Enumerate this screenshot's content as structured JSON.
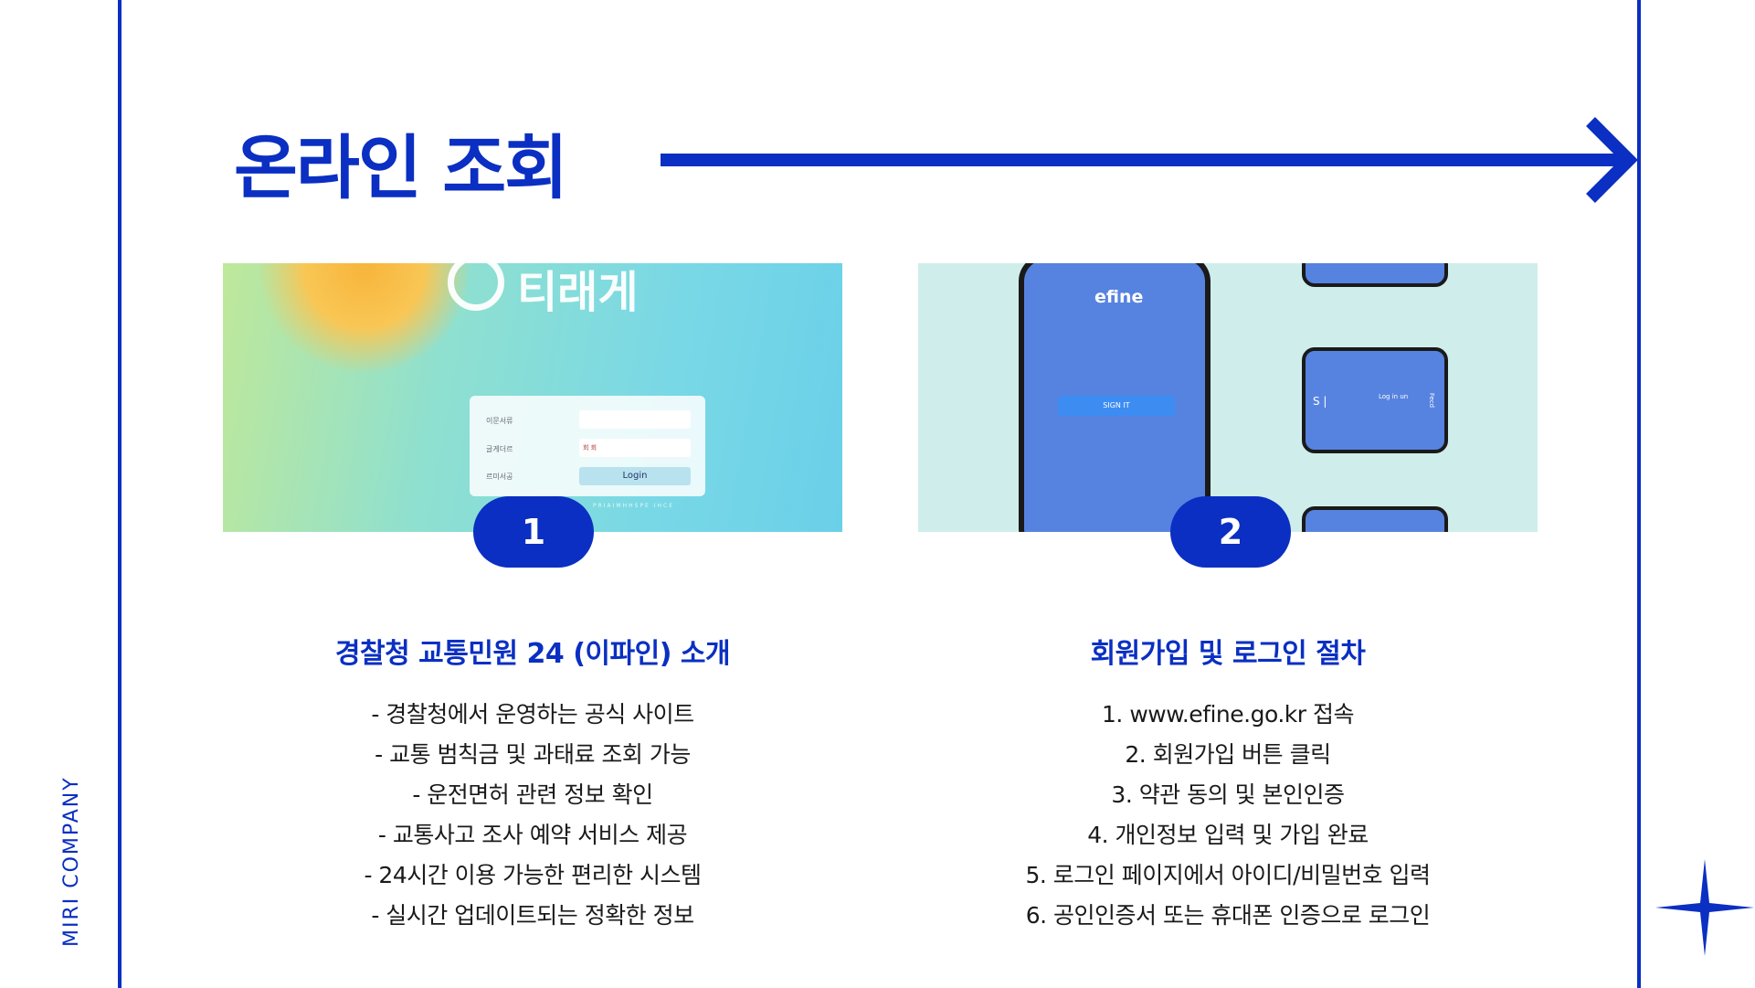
{
  "brand": "MIRI COMPANY",
  "title": "온라인 조회",
  "colors": {
    "accent": "#0a2fc2"
  },
  "card1": {
    "badge": "1",
    "logo_text": "티래게",
    "form": {
      "row1_label": "이문서류",
      "row2_label": "글게더르",
      "row2_value": "회 회",
      "row3_label": "르미서공",
      "button_label": "Login"
    },
    "footer_text": "PRIAIMHHSPE IHCE",
    "heading": "경찰청 교통민원 24 (이파인) 소개",
    "items": [
      "- 경찰청에서 운영하는 공식 사이트",
      "- 교통 범칙금 및 과태료 조회 가능",
      "- 운전면허 관련 정보 확인",
      "- 교통사고 조사 예약 서비스 제공",
      "- 24시간 이용 가능한 편리한 시스템",
      "- 실시간 업데이트되는 정확한 정보"
    ]
  },
  "card2": {
    "badge": "2",
    "app_name": "efine",
    "signin_label": "SIGN IT",
    "side_text_left": "S |",
    "side_text_mid": "Log in un",
    "side_text_right": "Fecd",
    "heading": "회원가입 및 로그인 절차",
    "items": [
      "1. www.efine.go.kr 접속",
      "2. 회원가입 버튼 클릭",
      "3. 약관 동의 및 본인인증",
      "4. 개인정보 입력 및 가입 완료",
      "5. 로그인 페이지에서 아이디/비밀번호 입력",
      "6. 공인인증서 또는 휴대폰 인증으로 로그인"
    ]
  }
}
